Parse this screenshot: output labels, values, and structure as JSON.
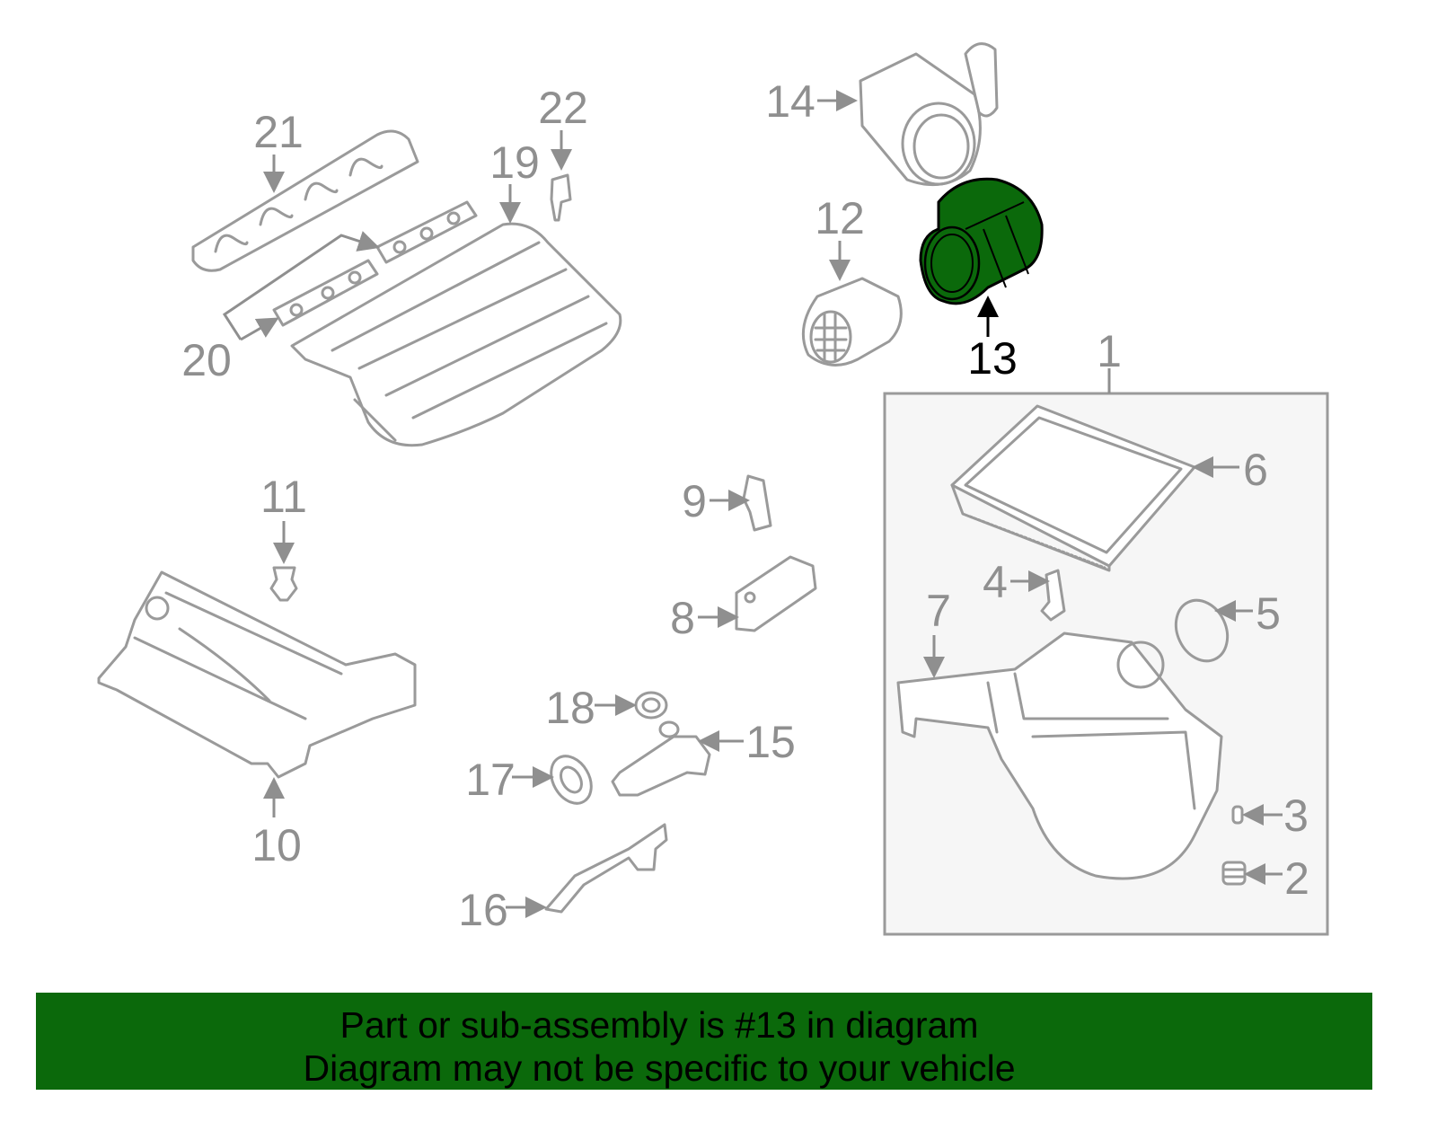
{
  "diagram": {
    "highlight_color": "#0b690b",
    "highlighted_part": "13",
    "callouts": [
      "1",
      "2",
      "3",
      "4",
      "5",
      "6",
      "7",
      "8",
      "9",
      "10",
      "11",
      "12",
      "13",
      "14",
      "15",
      "16",
      "17",
      "18",
      "19",
      "20",
      "21",
      "22"
    ]
  },
  "banner": {
    "line1": "Part or sub-assembly is #13 in diagram",
    "line2": "Diagram may not be specific to your vehicle"
  }
}
